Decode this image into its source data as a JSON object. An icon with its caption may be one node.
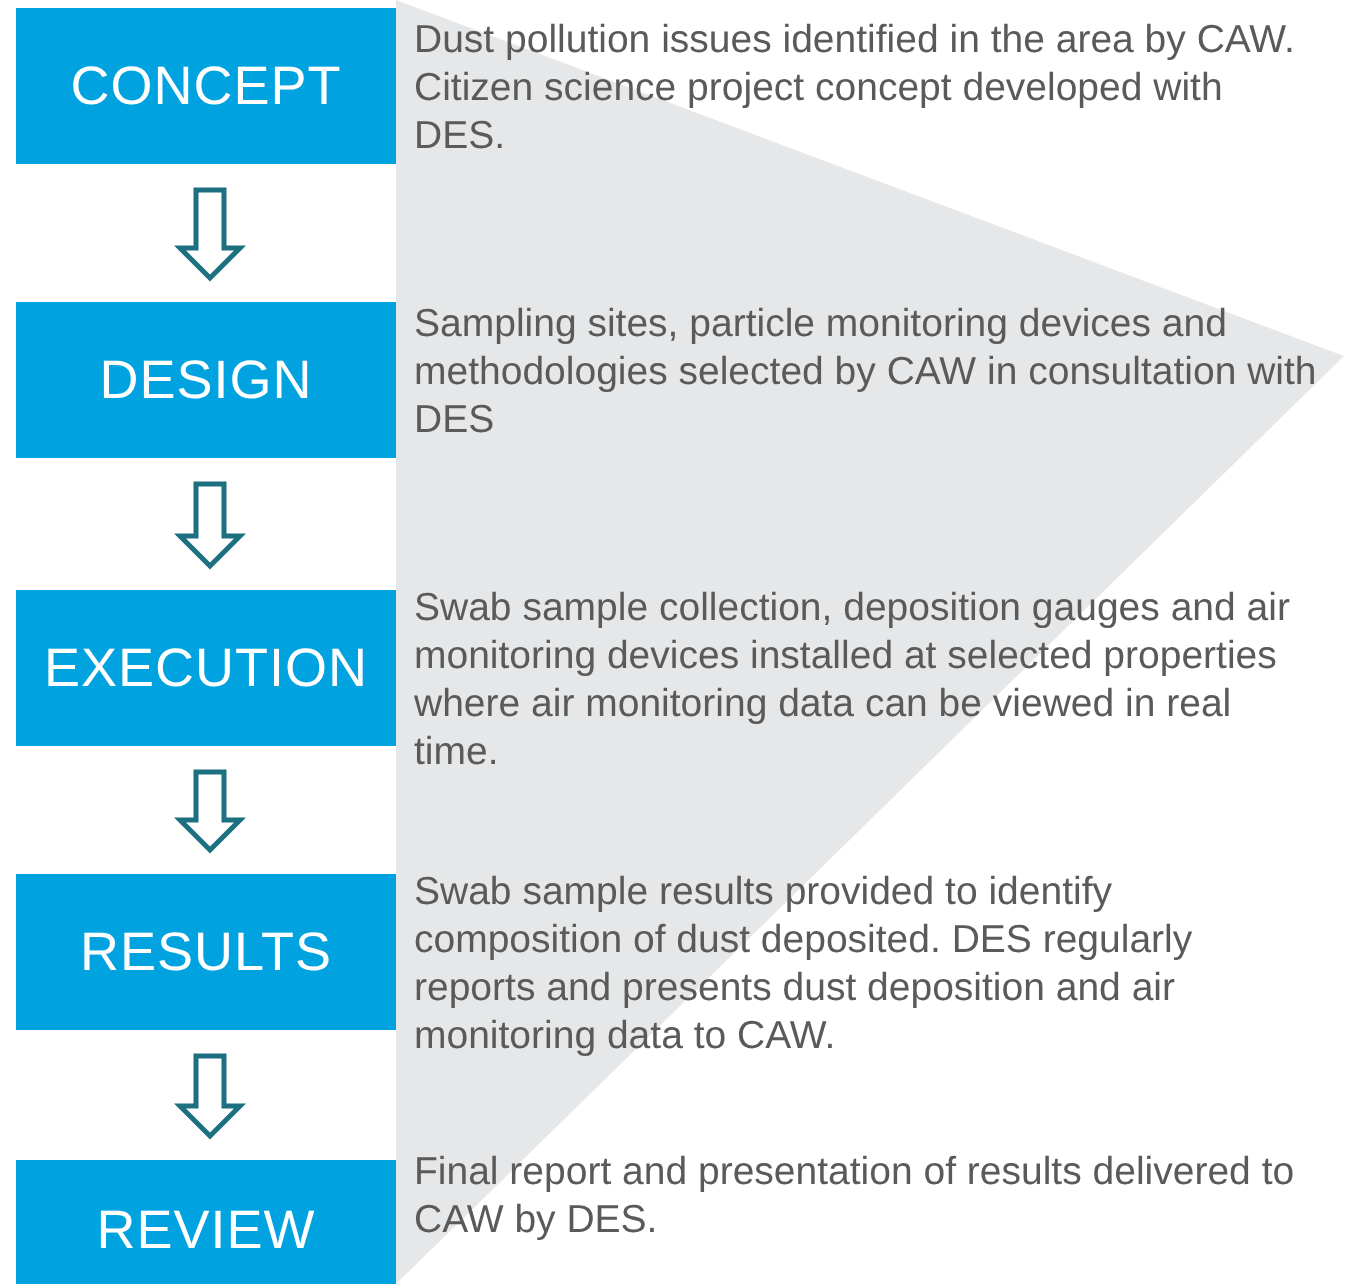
{
  "diagram": {
    "nodes": [
      {
        "text": [
          "CONCEPT"
        ],
        "beside": [
          "Dust pollution issues identified in the area by CAW. Citizen science project concept developed with DES."
        ]
      },
      {
        "text": [
          "DESIGN"
        ],
        "beside": [
          "Sampling sites, particle monitoring devices and methodologies selected by CAW in consultation with DES"
        ]
      },
      {
        "text": [
          "EXECUTION"
        ],
        "beside": [
          "Swab sample collection, deposition gauges and air monitoring devices installed at selected properties where air monitoring data can be viewed in real time."
        ]
      },
      {
        "text": [
          "RESULTS"
        ],
        "beside": [
          "Swab sample results provided to identify composition of dust deposited. DES regularly reports and presents dust deposition and air monitoring data to CAW."
        ]
      },
      {
        "text": [
          "REVIEW"
        ],
        "beside": [
          "Final report and presentation of results delivered to CAW by DES."
        ]
      }
    ],
    "edges": [
      {
        "from": 0,
        "to": 1,
        "arrow": "to"
      },
      {
        "from": 1,
        "to": 2,
        "arrow": "to"
      },
      {
        "from": 2,
        "to": 3,
        "arrow": "to"
      },
      {
        "from": 3,
        "to": 4,
        "arrow": "to"
      }
    ]
  }
}
